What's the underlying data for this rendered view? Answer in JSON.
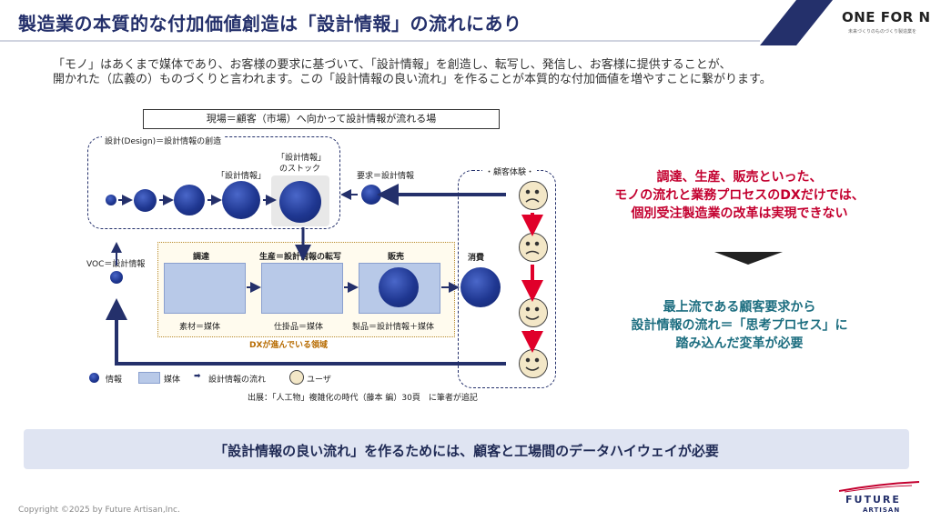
{
  "header": {
    "title": "製造業の本質的な付加価値創造は「設計情報」の流れにあり",
    "brand": "ONE FOR NEXT",
    "brand_sub": "未来づくりのものづくり製造業を"
  },
  "intro": {
    "line1": "「モノ」はあくまで媒体であり、お客様の要求に基づいて、「設計情報」を創造し、転写し、発信し、お客様に提供することが、",
    "line2": "開かれた（広義の）ものづくりと言われます。この「設計情報の良い流れ」を作ることが本質的な付加価値を増やすことに繋がります。"
  },
  "diagram": {
    "field_label": "現場＝顧客（市場）へ向かって設計情報が流れる場",
    "design_label": "設計(Design)＝設計情報の創造",
    "design_info_label": "「設計情報」",
    "stock_label_1": "「設計情報」",
    "stock_label_2": "のストック",
    "request_label": "要求＝設計情報",
    "customer_label": "・顧客体験・",
    "voc_label": "VOC＝設計情報",
    "procurement_label": "調達",
    "production_label": "生産＝設計情報の転写",
    "sales_label": "販売",
    "consumption_label": "消費",
    "material_label": "素材＝媒体",
    "wip_label": "仕掛品＝媒体",
    "product_label": "製品＝設計情報＋媒体",
    "dx_label": "DXが進んでいる領域",
    "legend_info": "情報",
    "legend_medium": "媒体",
    "legend_flow": "設計情報の流れ",
    "legend_user": "ユーザ",
    "source": "出展：「人工物」複雑化の時代（藤本 編）30頁　に筆者が追記"
  },
  "right_panel": {
    "red_1": "調達、生産、販売といった、",
    "red_2": "モノの流れと業務プロセスのDXだけでは、",
    "red_3": "個別受注製造業の改革は実現できない",
    "teal_1": "最上流である顧客要求から",
    "teal_2": "設計情報の流れ＝「思考プロセス」に",
    "teal_3": "踏み込んだ変革が必要"
  },
  "banner": {
    "text": "「設計情報の良い流れ」を作るためには、顧客と工場間のデータハイウェイが必要"
  },
  "footer": {
    "copyright": "Copyright ©2025 by Future Artisan,Inc.",
    "logo_1": "FUTURE",
    "logo_2": "ARTISAN"
  },
  "colors": {
    "navy": "#24306b",
    "red": "#c3002f",
    "teal": "#1d6e80",
    "banner": "#dfe4f2"
  }
}
